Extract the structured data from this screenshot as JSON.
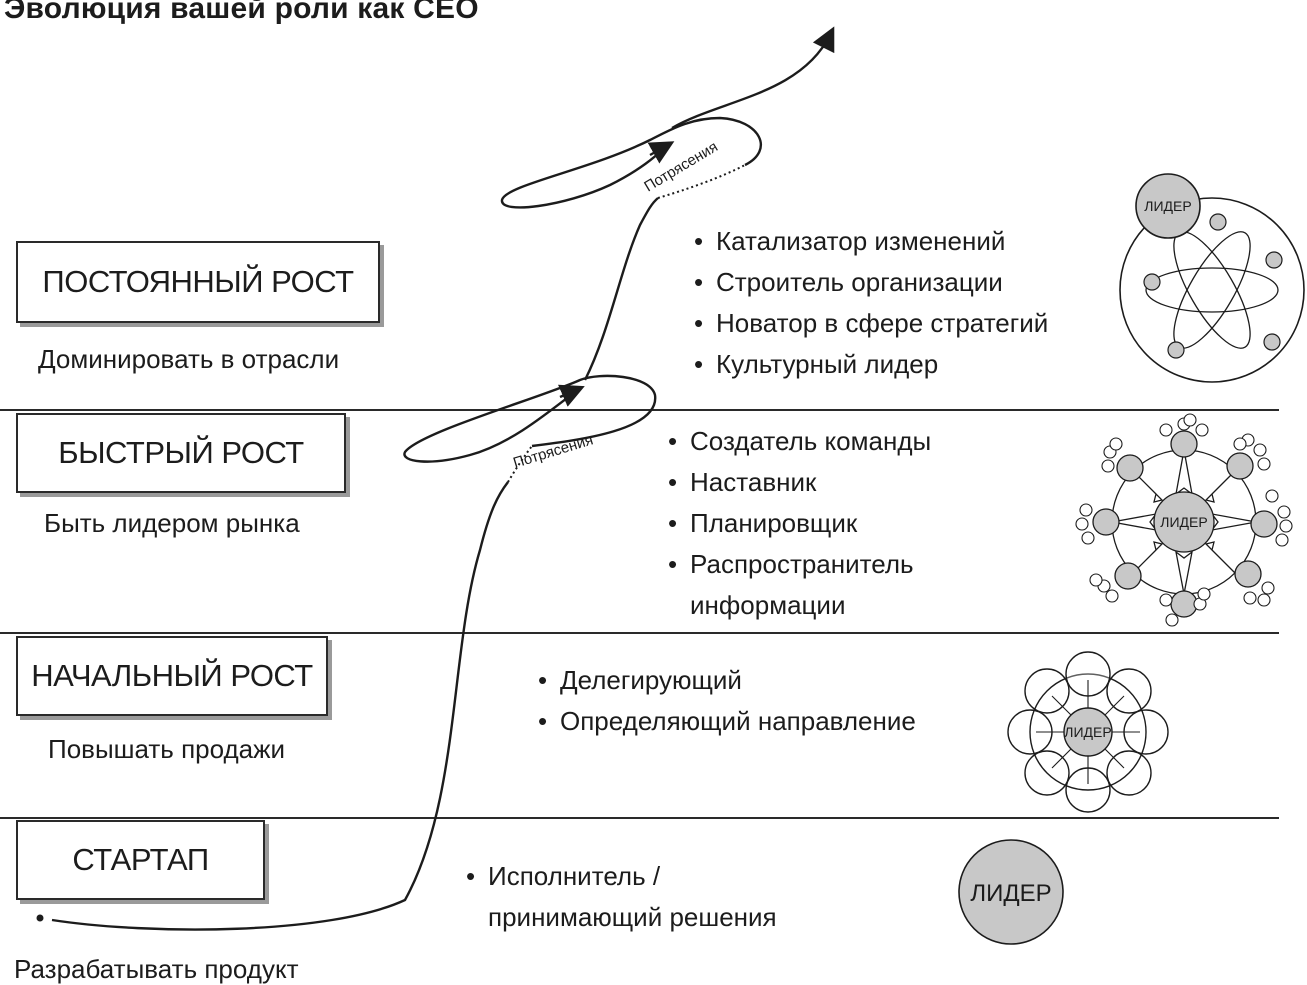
{
  "title": "Эволюция вашей роли как CEO",
  "stages": [
    {
      "name": "ПОСТОЯННЫЙ РОСТ",
      "goal": "Доминировать в отрасли",
      "roles": [
        "Катализатор изменений",
        "Строитель организации",
        "Новатор в сфере стратегий",
        "Культурный лидер"
      ]
    },
    {
      "name": "БЫСТРЫЙ РОСТ",
      "goal": "Быть лидером рынка",
      "roles": [
        "Создатель команды",
        "Наставник",
        "Планировщик",
        "Распространитель",
        "информации"
      ]
    },
    {
      "name": "НАЧАЛЬНЫЙ РОСТ",
      "goal": "Повышать продажи",
      "roles": [
        "Делегирующий",
        "Определяющий направление"
      ]
    },
    {
      "name": "СТАРТАП",
      "goal": "Разрабатывать продукт",
      "roles": [
        "Исполнитель /",
        "принимающий решения"
      ]
    }
  ],
  "shock_label": "Потрясения",
  "leader_label": "ЛИДЕР",
  "colors": {
    "line": "#1c1c1c",
    "leader_fill": "#c8c8c8",
    "box_shadow": "#9a9a9a"
  }
}
